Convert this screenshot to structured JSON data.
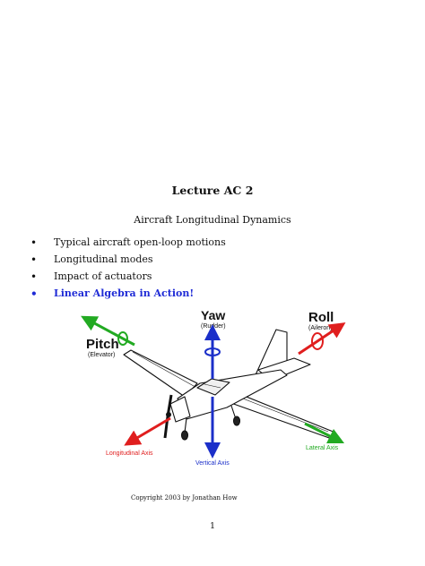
{
  "title": "Lecture AC 2",
  "subtitle": "Aircraft Longitudinal Dynamics",
  "bullets": [
    "Typical aircraft open-loop motions",
    "Longitudinal modes",
    "Impact of actuators",
    "Linear Algebra in Action!"
  ],
  "figure": {
    "pitch": "Pitch",
    "pitch_sub": "(Elevator)",
    "yaw": "Yaw",
    "yaw_sub": "(Rudder)",
    "roll": "Roll",
    "roll_sub": "(Aileron)",
    "longitudinal_axis": "Longitudinal Axis",
    "vertical_axis": "Vertical Axis",
    "lateral_axis": "Lateral Axis"
  },
  "colors": {
    "highlight": "#1f2bd6",
    "pitch": "#22aa22",
    "yaw": "#1b2fc9",
    "roll": "#e01e1e"
  },
  "copyright": "Copyright 2003 by Jonathan How",
  "page_number": "1"
}
